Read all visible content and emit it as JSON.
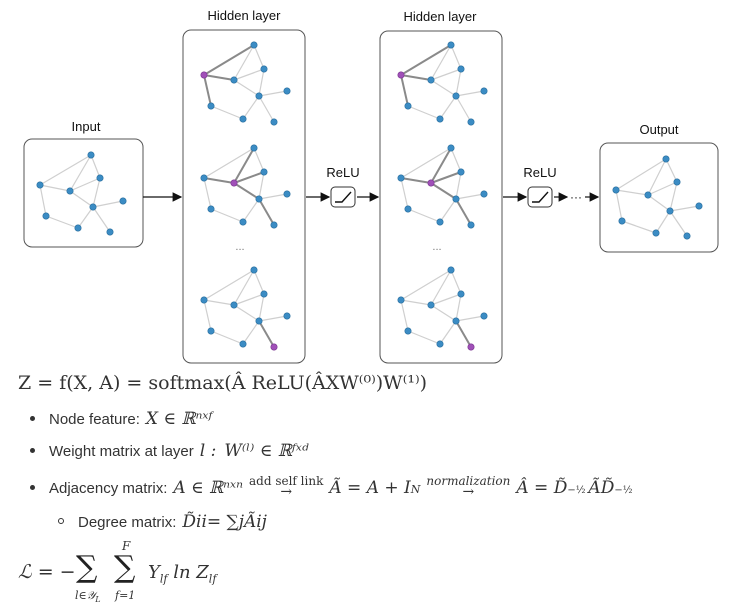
{
  "diagram": {
    "input_label": "Input",
    "hidden1_label": "Hidden layer",
    "hidden2_label": "Hidden layer",
    "output_label": "Output",
    "relu1_label": "ReLU",
    "relu2_label": "ReLU",
    "ellipsis": "...",
    "dots": "···",
    "colors": {
      "node": "#3b8cc4",
      "highlight": "#a050b8",
      "edge": "#cfcfcf",
      "edge_dark": "#8a8a8a",
      "box": "#555555"
    }
  },
  "formulas": {
    "main": "Z = f(X, A) = softmax(Â ReLU(ÂXW⁽⁰⁾)W⁽¹⁾)",
    "node_feature_label": "Node feature:",
    "node_feature_math": "X ∈ ℝⁿˣᶠ",
    "weight_label": "Weight matrix at layer",
    "weight_math_l": "l :",
    "weight_math": "W⁽ˡ⁾ ∈ ℝᶠˣᵈ",
    "adjacency_label": "Adjacency matrix:",
    "adjacency_math_a": "A ∈ ℝⁿˣⁿ",
    "adjacency_arrow1_text": "add self link",
    "adjacency_math_b": "Ã = A + I",
    "adjacency_math_b_sub": "N",
    "adjacency_arrow2_text": "normalization",
    "adjacency_math_c": "Â = D̃",
    "adjacency_math_c_rest": "ÃD̃",
    "exp_neg_half": "−½",
    "degree_label": "Degree matrix:",
    "degree_math": "D̃",
    "degree_math_sub": "ii",
    "degree_math_rest": " = ∑",
    "degree_math_j": "j",
    "degree_math_end": " Ã",
    "degree_math_end_sub": "ij",
    "loss_lhs": "ℒ = −",
    "loss_sum1_bottom": "l∈𝒴",
    "loss_sum1_bottom_sub": "L",
    "loss_sum2_top": "F",
    "loss_sum2_bottom": "f=1",
    "loss_rhs": "Y",
    "loss_rhs_sub": "lf",
    "loss_rhs_mid": " ln Z",
    "loss_rhs_sub2": "lf"
  }
}
